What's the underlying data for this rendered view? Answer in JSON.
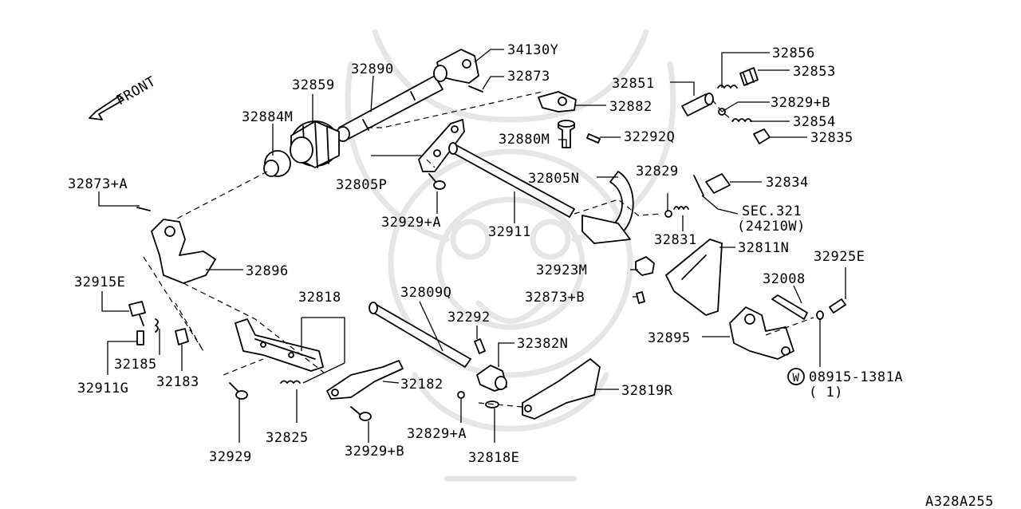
{
  "labels": {
    "front": "FRONT",
    "p34130Y": "34130Y",
    "p32890": "32890",
    "p32873": "32873",
    "p32859": "32859",
    "p32882": "32882",
    "p32884M": "32884M",
    "p32880M": "32880M",
    "p32292Q": "32292Q",
    "p32856": "32856",
    "p32853": "32853",
    "p32851": "32851",
    "p32829B": "32829+B",
    "p32854": "32854",
    "p32835": "32835",
    "p32873A": "32873+A",
    "p32805P": "32805P",
    "p32805N": "32805N",
    "p32829": "32829",
    "p32834": "32834",
    "p32929A": "32929+A",
    "p32911": "32911",
    "sec321": "SEC.321",
    "sec321sub": "(24210W)",
    "p32831": "32831",
    "p32811N": "32811N",
    "p32896": "32896",
    "p32923M": "32923M",
    "p32925E": "32925E",
    "p32915E": "32915E",
    "p32818": "32818",
    "p32809Q": "32809Q",
    "p32008": "32008",
    "p32873B": "32873+B",
    "p32292": "32292",
    "p32382N": "32382N",
    "p32895": "32895",
    "p32185": "32185",
    "p32911G": "32911G",
    "p32183": "32183",
    "p32182": "32182",
    "w_symbol": "W",
    "p08915": "08915-1381A",
    "p08915qty": "( 1)",
    "p32819R": "32819R",
    "p32829A": "32829+A",
    "p32825": "32825",
    "p32929": "32929",
    "p32929B": "32929+B",
    "p32818E": "32818E",
    "diagram_code": "A328A255"
  }
}
